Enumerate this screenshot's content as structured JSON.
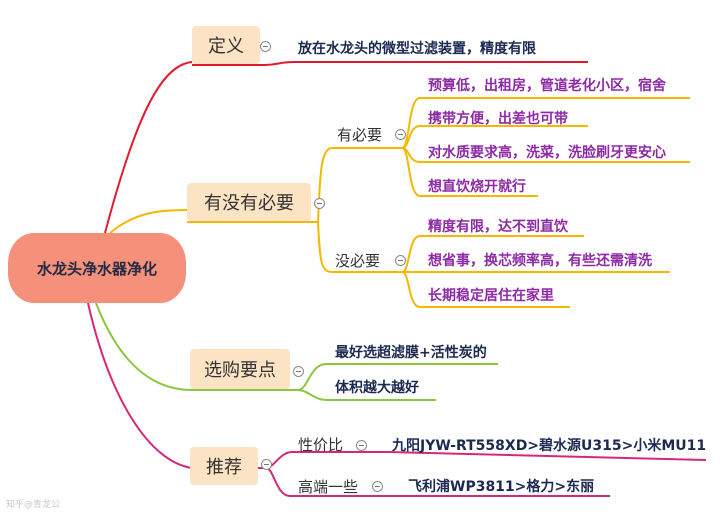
{
  "root": {
    "label": "水龙头净水器净化"
  },
  "branches": {
    "definition": {
      "label": "定义",
      "leaf": "放在水龙头的微型过滤装置，精度有限",
      "color": "#e31a2c"
    },
    "necessity": {
      "label": "有没有必要",
      "color": "#f5b800",
      "yes": {
        "label": "有必要",
        "items": [
          "预算低，出租房，管道老化小区，宿舍",
          "携带方便，出差也可带",
          "对水质要求高，洗菜，洗脸刷牙更安心",
          "想直饮烧开就行"
        ]
      },
      "no": {
        "label": "没必要",
        "items": [
          "精度有限，达不到直饮",
          "想省事，换芯频率高，有些还需清洗",
          "长期稳定居住在家里"
        ]
      }
    },
    "buying": {
      "label": "选购要点",
      "color": "#8cc63f",
      "items": [
        "最好选超滤膜+活性炭的",
        "体积越大越好"
      ]
    },
    "recommend": {
      "label": "推荐",
      "color": "#d6287a",
      "value": {
        "label": "性价比",
        "item": "九阳JYW-RT558XD>碧水源U315>小米MU11"
      },
      "premium": {
        "label": "高端一些",
        "item": "飞利浦WP3811>格力>东丽"
      }
    }
  },
  "watermark": "知乎@青龙公"
}
